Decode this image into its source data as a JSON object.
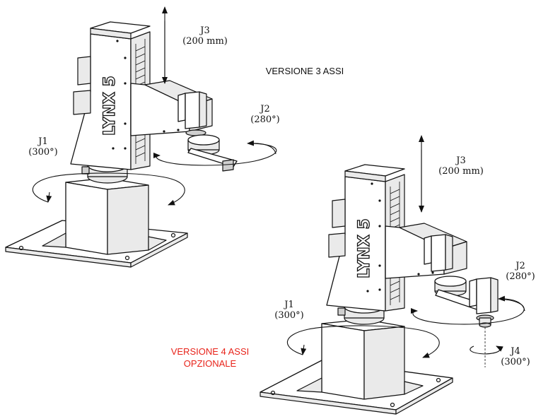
{
  "robot_3axis": {
    "caption": "VERSIONE 3 ASSI",
    "logo": "LYNX 5",
    "j1": {
      "name": "J1",
      "range": "(300°)"
    },
    "j2": {
      "name": "J2",
      "range": "(280°)"
    },
    "j3": {
      "name": "J3",
      "range": "(200 mm)"
    }
  },
  "robot_4axis": {
    "caption_line1": "VERSIONE 4 ASSI",
    "caption_line2": "OPZIONALE",
    "caption_color": "#e8231a",
    "logo": "LYNX 5",
    "j1": {
      "name": "J1",
      "range": "(300°)"
    },
    "j2": {
      "name": "J2",
      "range": "(280°)"
    },
    "j3": {
      "name": "J3",
      "range": "(200 mm)"
    },
    "j4": {
      "name": "J4",
      "range": "(300°)"
    }
  }
}
